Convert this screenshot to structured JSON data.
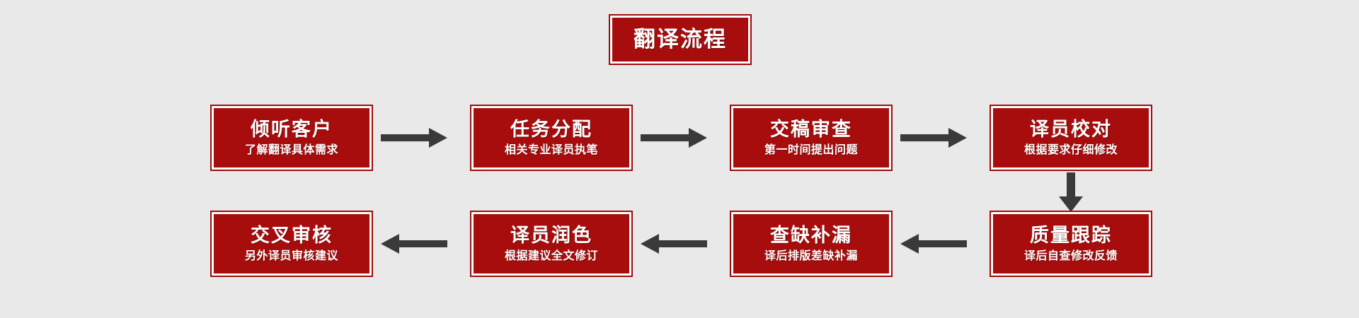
{
  "page": {
    "background_color": "#e9e9e9",
    "plate_fill_color": "#a80d0d",
    "plate_border_color": "#9e0b0b",
    "text_color": "#ffffff",
    "arrow_color": "#3a3a3a"
  },
  "title": {
    "label": "翻译流程"
  },
  "flow": {
    "row1": [
      {
        "title": "倾听客户",
        "subtitle": "了解翻译具体需求"
      },
      {
        "title": "任务分配",
        "subtitle": "相关专业译员执笔"
      },
      {
        "title": "交稿审查",
        "subtitle": "第一时间提出问题"
      },
      {
        "title": "译员校对",
        "subtitle": "根据要求仔细修改"
      }
    ],
    "row2": [
      {
        "title": "交叉审核",
        "subtitle": "另外译员审核建议"
      },
      {
        "title": "译员润色",
        "subtitle": "根据建议全文修订"
      },
      {
        "title": "查缺补漏",
        "subtitle": "译后排版差缺补漏"
      },
      {
        "title": "质量跟踪",
        "subtitle": "译后自查修改反馈"
      }
    ],
    "connectors": {
      "row1_arrows": [
        "arrow-right",
        "arrow-right",
        "arrow-right"
      ],
      "row2_arrows": [
        "arrow-left",
        "arrow-left",
        "arrow-left"
      ],
      "vertical": "arrow-down"
    }
  }
}
